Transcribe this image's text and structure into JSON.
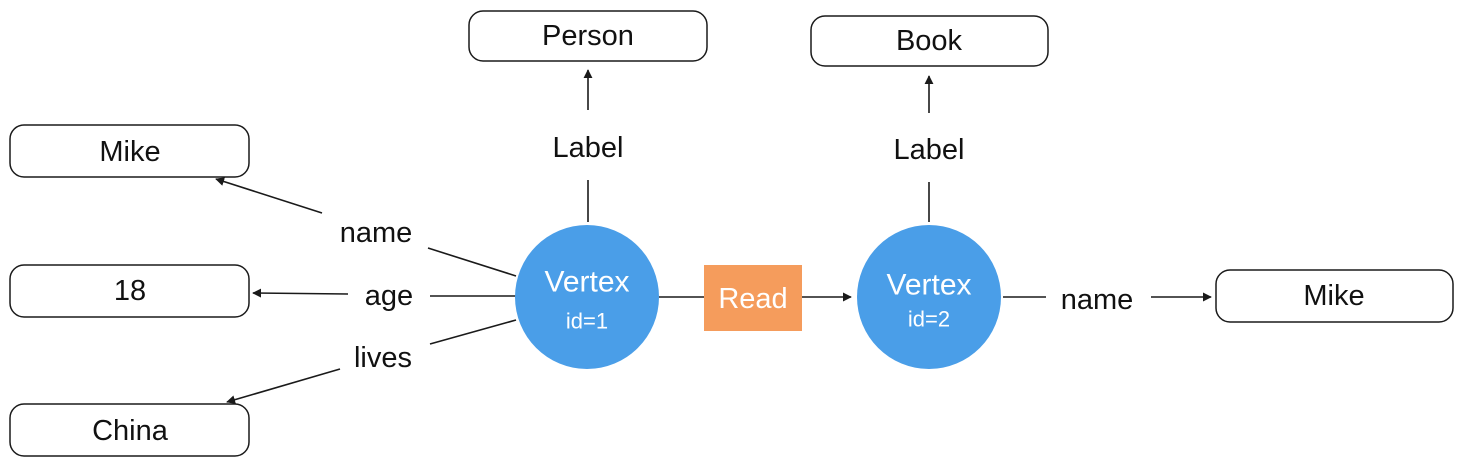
{
  "colors": {
    "vertex_fill": "#4a9ee8",
    "relation_fill": "#f59c5c",
    "relation_text": "#ffffff",
    "line": "#1a1a1a"
  },
  "vertices": [
    {
      "title": "Vertex",
      "id": "id=1"
    },
    {
      "title": "Vertex",
      "id": "id=2"
    }
  ],
  "relation": {
    "label": "Read"
  },
  "labels": {
    "vertex1_edge": "Label",
    "vertex1_value": "Person",
    "vertex2_edge": "Label",
    "vertex2_value": "Book"
  },
  "properties": {
    "vertex1": [
      {
        "key": "name",
        "value": "Mike"
      },
      {
        "key": "age",
        "value": "18"
      },
      {
        "key": "lives",
        "value": "China"
      }
    ],
    "vertex2": [
      {
        "key": "name",
        "value": "Mike"
      }
    ]
  }
}
